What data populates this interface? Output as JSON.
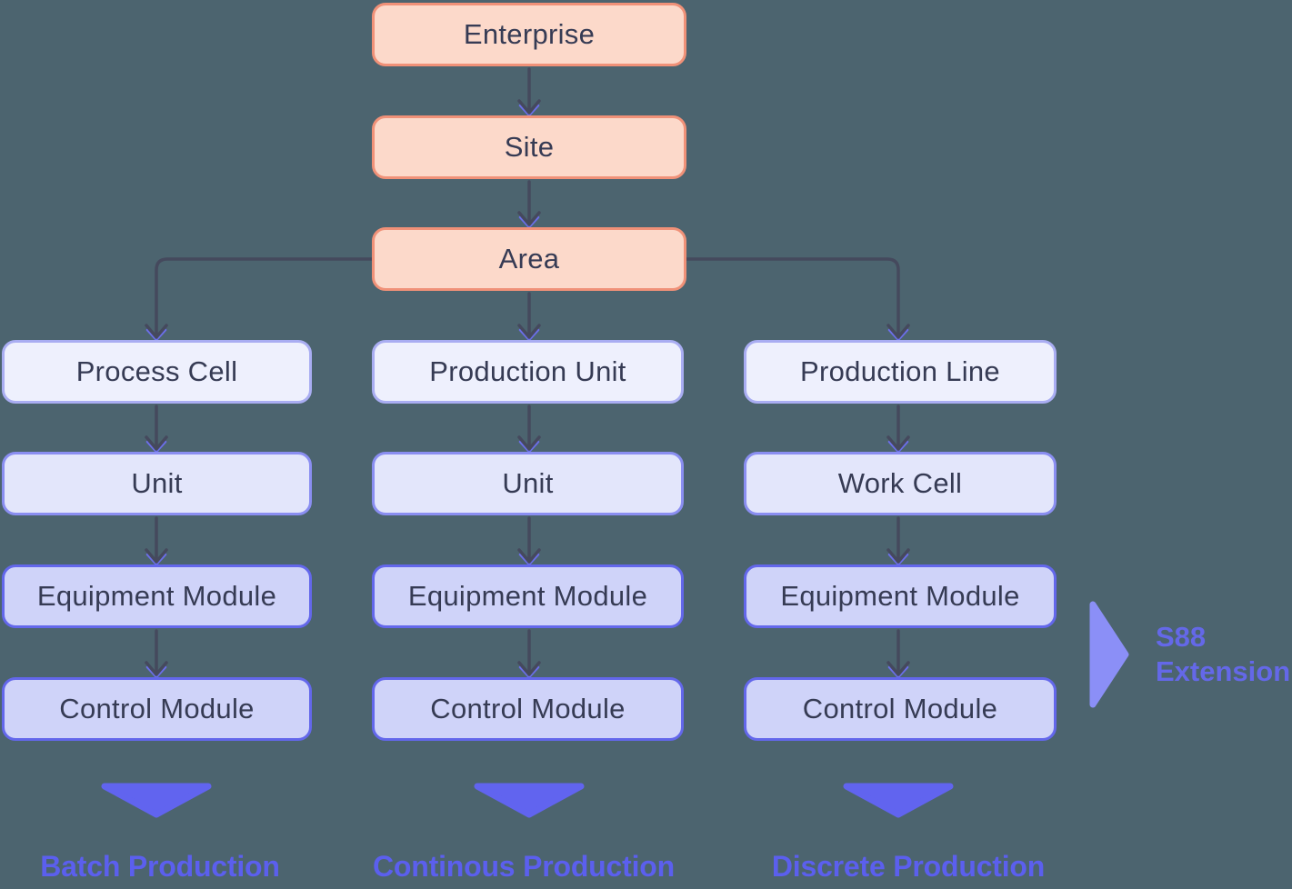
{
  "diagram": {
    "title_hint": "Equipment hierarchy (ISA-95 / S88)",
    "hierarchy": {
      "enterprise": "Enterprise",
      "site": "Site",
      "area": "Area"
    },
    "columns": [
      {
        "name": "batch",
        "nodes": [
          "Process Cell",
          "Unit",
          "Equipment Module",
          "Control Module"
        ],
        "production_type": "Batch Production"
      },
      {
        "name": "continuous",
        "nodes": [
          "Production Unit",
          "Unit",
          "Equipment Module",
          "Control Module"
        ],
        "production_type": "Continous Production"
      },
      {
        "name": "discrete",
        "nodes": [
          "Production Line",
          "Work Cell",
          "Equipment Module",
          "Control Module"
        ],
        "production_type": "Discrete Production"
      }
    ],
    "annotation": {
      "line1": "S88",
      "line2": "Extension"
    },
    "colors": {
      "background": "#4C646F",
      "trunk_fill": "#FCD9CA",
      "trunk_border": "#F09178",
      "level1_fill": "#EEF0FD",
      "level1_border": "#A9ADF2",
      "level2_fill": "#E3E6FB",
      "level2_border": "#8A8EF1",
      "level3_fill": "#CFD3F9",
      "level3_border": "#6367EB",
      "node_text": "#363B54",
      "connector": "#45495D",
      "accent_triangle": "#6164EF",
      "production_label_text": "#5B5FEE",
      "annotation_triangle": "#8B8FF7",
      "annotation_text": "#6468E8"
    }
  }
}
